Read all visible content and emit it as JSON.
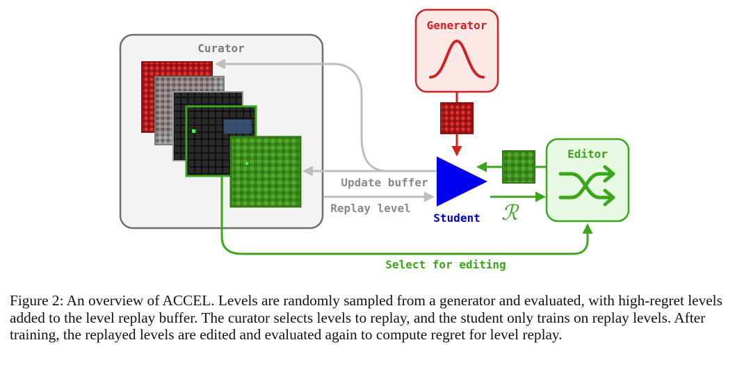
{
  "diagram": {
    "curator_label": "Curator",
    "generator_label": "Generator",
    "editor_label": "Editor",
    "student_label": "Student",
    "update_buffer_label": "Update buffer",
    "replay_level_label": "Replay level",
    "select_for_editing_label": "Select for editing",
    "regret_symbol": "ℛ"
  },
  "colors": {
    "generator": "#d42020",
    "editor": "#3aa61a",
    "student": "#0000ee",
    "arrow_gray": "#bdbdbd",
    "curator_box": "#f3f3f3"
  },
  "caption": {
    "text": "Figure 2: An overview of ACCEL. Levels are randomly sampled from a generator and evaluated, with high-regret levels added to the level replay buffer. The curator selects levels to replay, and the student only trains on replay levels. After training, the replayed levels are edited and evaluated again to compute regret for level replay."
  }
}
